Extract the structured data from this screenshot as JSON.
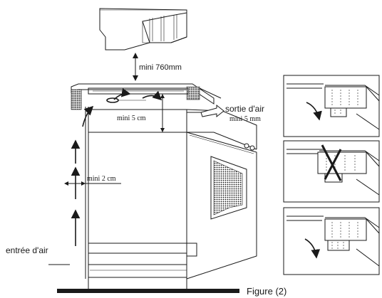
{
  "labels": {
    "mini_760mm": "mini 760mm",
    "sortie_dair": "sortie d'air",
    "mini_5mm": "mini 5 mm",
    "mini_5cm": "mini 5 cm",
    "mini_2cm": "mini 2 cm",
    "entree_dair": "entrée d'air",
    "figure": "Figure (2)"
  },
  "detail_panels": [
    {
      "id": "panel-correct-top",
      "state": "correct"
    },
    {
      "id": "panel-incorrect",
      "state": "incorrect"
    },
    {
      "id": "panel-correct-bottom",
      "state": "correct"
    }
  ]
}
